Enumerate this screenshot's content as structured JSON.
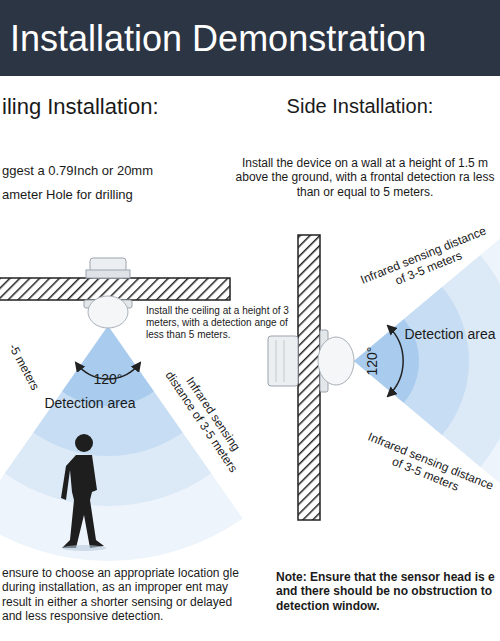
{
  "diagram": {
    "title": "Installation Demonstration",
    "labels": [
      "iling Installation:",
      "ggest a 0.79Inch or 20mm",
      "ameter Hole for drilling",
      "Install the ceiling at a height of 3 meters, with a detection ange of less than 5 meters.",
      "120°",
      "Detection area",
      "Infrared sensing distance of 3-5 meters",
      "-5 meters",
      "ensure to choose an appropriate location gle during installation, as an improper ent may result in either a shorter sensing or delayed and less responsive detection.",
      "Side Installation:",
      "Install the device on a wall at a height of 1.5 m above the ground, with a frontal detection ra less than or equal to 5 meters.",
      "Infrared sensing distance of 3-5 meters",
      "Detection area",
      "120°",
      "Infrared sensing distance of 3-5 meters",
      "Note: Ensure that the sensor head is e and there should be no obstruction to detection window."
    ]
  }
}
